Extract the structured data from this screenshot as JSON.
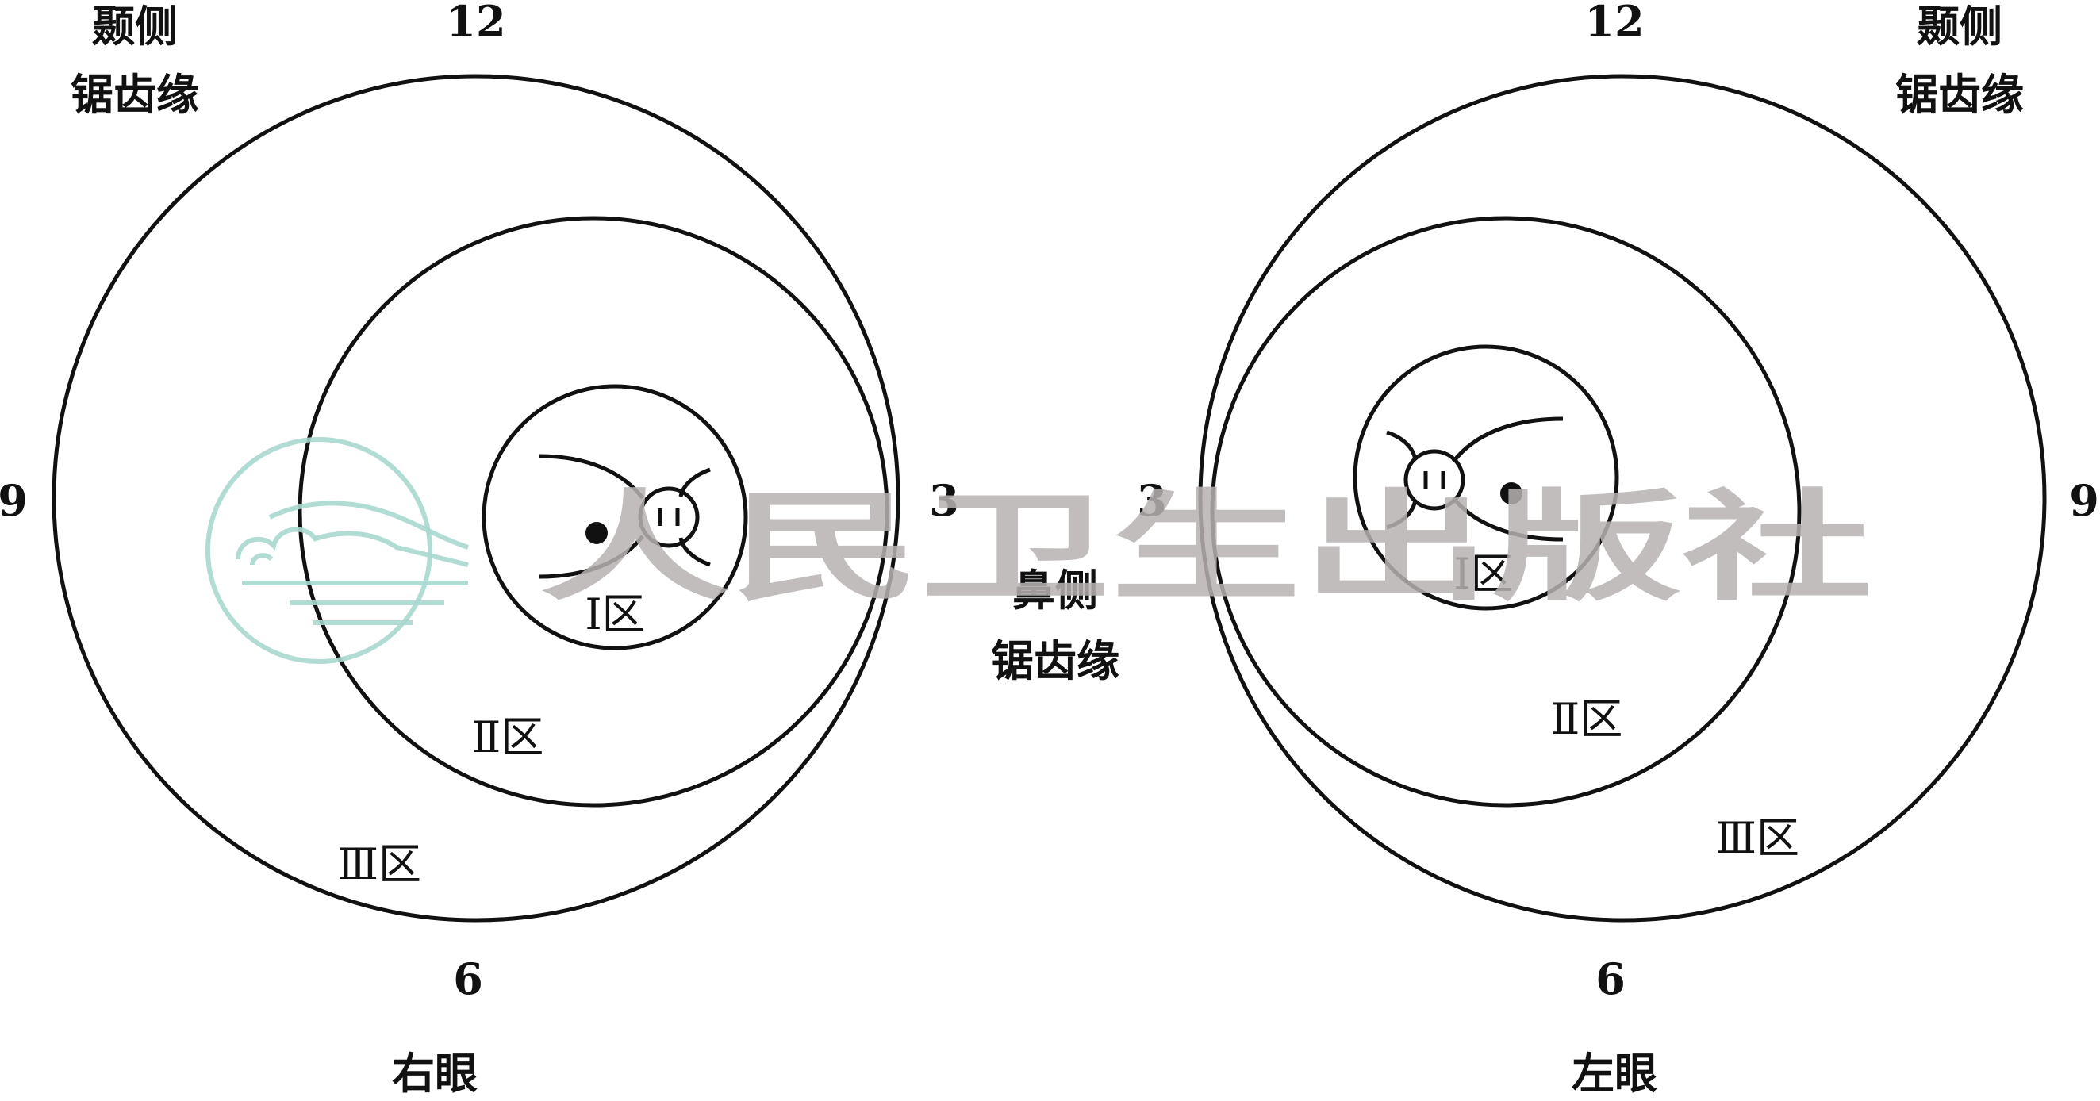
{
  "watermark": {
    "text": "人民卫生出版社",
    "logo_icon": "publisher-cloud-logo-icon",
    "logo_color": "#a8d8cf",
    "text_color": "#b7b2b2"
  },
  "right_eye": {
    "caption": "右眼",
    "clock": {
      "top": "12",
      "bottom": "6",
      "left": "9",
      "right": "3"
    },
    "temporal_label_1": "颞侧",
    "temporal_label_2": "锯齿缘",
    "zone_1": "Ⅰ区",
    "zone_2": "Ⅱ区",
    "zone_3": "Ⅲ区"
  },
  "left_eye": {
    "caption": "左眼",
    "clock": {
      "top": "12",
      "bottom": "6",
      "left": "3",
      "right": "9"
    },
    "temporal_label_1": "颞侧",
    "temporal_label_2": "锯齿缘",
    "zone_1": "Ⅰ区",
    "zone_2": "Ⅱ区",
    "zone_3": "Ⅲ区"
  },
  "nasal": {
    "label_1": "鼻侧",
    "label_2": "锯齿缘"
  },
  "colors": {
    "line": "#111111",
    "background": "#ffffff"
  }
}
